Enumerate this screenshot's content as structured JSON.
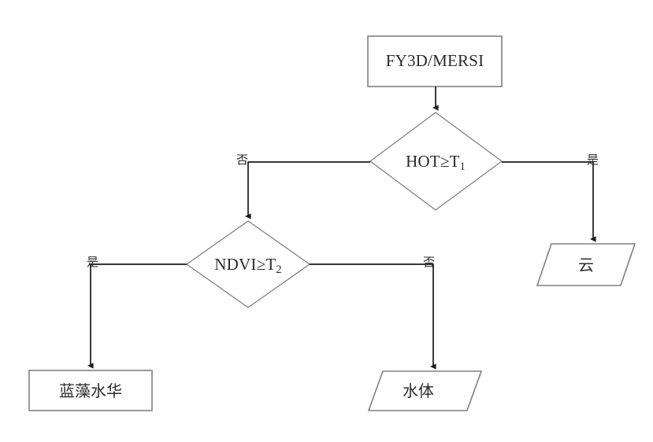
{
  "diagram": {
    "title": "FY3D/MERSI cyanobacteria bloom decision flowchart",
    "stroke_color": "#808080",
    "connector_color": "#1a1a1a",
    "background": "#ffffff",
    "nodes": {
      "source": {
        "label": "FY3D/MERSI",
        "shape": "rectangle"
      },
      "decision_hot": {
        "label_main": "HOT",
        "label_operator": "≥",
        "label_threshold": "T",
        "label_threshold_sub": "1",
        "shape": "diamond"
      },
      "decision_ndvi": {
        "label_main": "NDVI",
        "label_operator": "≥",
        "label_threshold": "T",
        "label_threshold_sub": "2",
        "shape": "diamond"
      },
      "cloud": {
        "label": "云",
        "shape": "parallelogram"
      },
      "bloom": {
        "label": "蓝藻水华",
        "shape": "rectangle"
      },
      "water": {
        "label": "水体",
        "shape": "parallelogram"
      }
    },
    "edge_labels": {
      "hot_no": "否",
      "hot_yes": "是",
      "ndvi_yes": "是",
      "ndvi_no": "否"
    }
  }
}
